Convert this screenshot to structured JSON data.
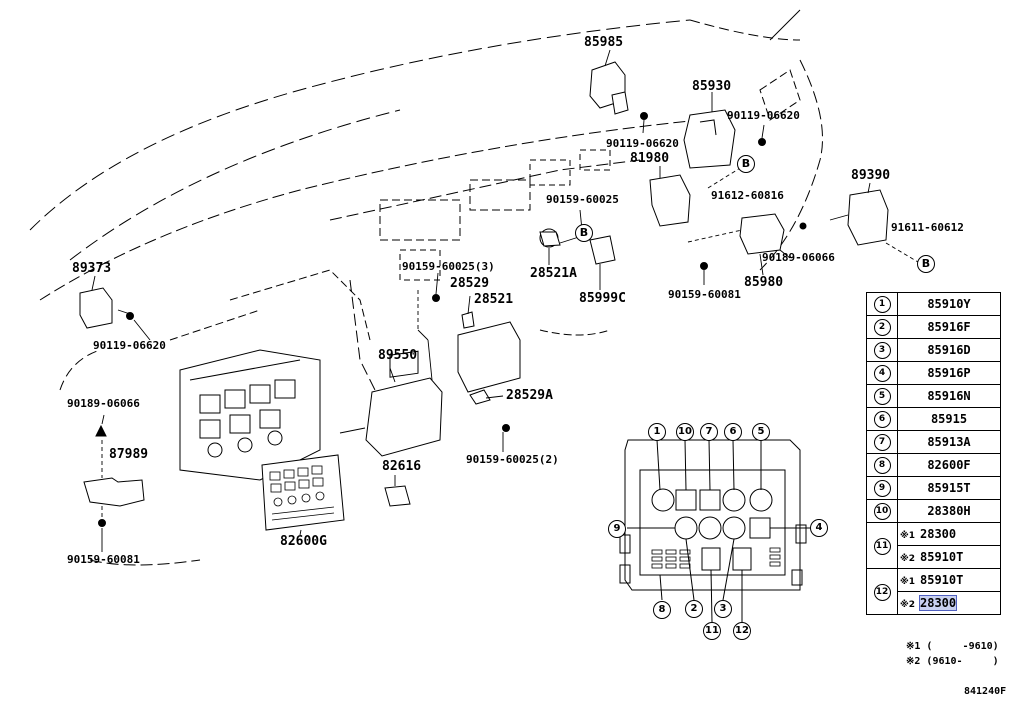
{
  "diagram_code": "841240F",
  "parts": {
    "p85985": "85985",
    "p90119_06620_a": "90119-06620",
    "p85930": "85930",
    "p90119_06620_b": "90119-06620",
    "p81980": "81980",
    "p91612_60816": "91612-60816",
    "p89390": "89390",
    "p91611_60612": "91611-60612",
    "p90159_60025_a": "90159-60025",
    "p28521A": "28521A",
    "p85999C": "85999C",
    "p90189_06066_a": "90189-06066",
    "p85980": "85980",
    "p90159_60081_a": "90159-60081",
    "p90159_60025_3": "90159-60025(3)",
    "p28529": "28529",
    "p28521": "28521",
    "p89373": "89373",
    "p90119_06620_c": "90119-06620",
    "p89550": "89550",
    "p28529A": "28529A",
    "p90189_06066_b": "90189-06066",
    "p90159_60025_2": "90159-60025(2)",
    "p87989": "87989",
    "p82616": "82616",
    "p82600G": "82600G",
    "p90159_60081_b": "90159-60081"
  },
  "marker_B": "B",
  "callouts": [
    "1",
    "10",
    "7",
    "6",
    "5",
    "9",
    "4",
    "8",
    "2",
    "11",
    "3",
    "12"
  ],
  "table": {
    "rows": [
      {
        "num": "1",
        "part": "85910Y"
      },
      {
        "num": "2",
        "part": "85916F"
      },
      {
        "num": "3",
        "part": "85916D"
      },
      {
        "num": "4",
        "part": "85916P"
      },
      {
        "num": "5",
        "part": "85916N"
      },
      {
        "num": "6",
        "part": "85915"
      },
      {
        "num": "7",
        "part": "85913A"
      },
      {
        "num": "8",
        "part": "82600F"
      },
      {
        "num": "9",
        "part": "85915T"
      },
      {
        "num": "10",
        "part": "28380H"
      }
    ],
    "row11": {
      "num": "11",
      "a_mark": "※1",
      "a_part": "28300",
      "b_mark": "※2",
      "b_part": "85910T"
    },
    "row12": {
      "num": "12",
      "a_mark": "※1",
      "a_part": "85910T",
      "b_mark": "※2",
      "b_part": "28300"
    }
  },
  "legend": {
    "line1": "※1 (     -9610)",
    "line2": "※2 (9610-     )"
  }
}
